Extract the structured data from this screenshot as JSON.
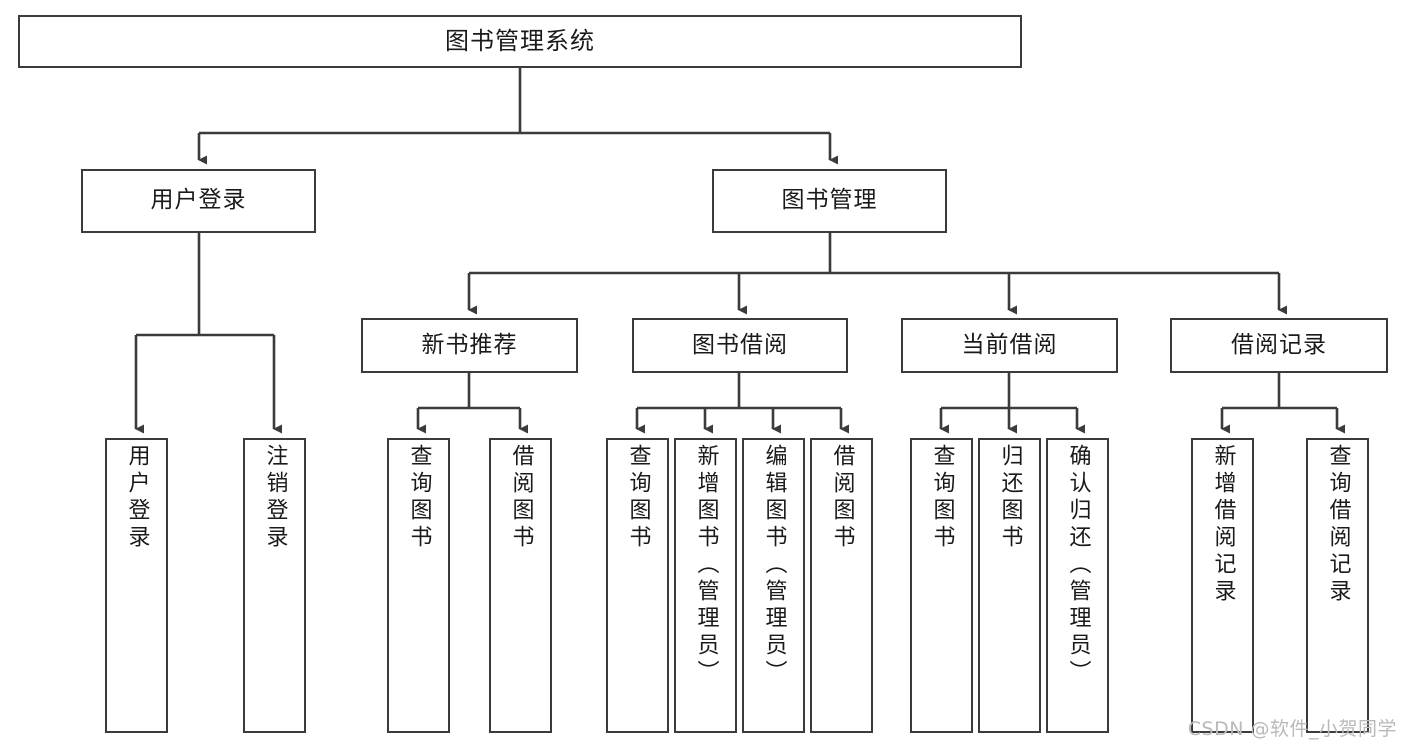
{
  "diagram": {
    "title": "图书管理系统",
    "type": "tree-hierarchy",
    "root": {
      "label": "图书管理系统"
    },
    "level2": [
      {
        "id": "user-login",
        "label": "用户登录"
      },
      {
        "id": "book-management",
        "label": "图书管理"
      }
    ],
    "level3": [
      {
        "id": "new-book-recommend",
        "label": "新书推荐",
        "parent": "book-management"
      },
      {
        "id": "book-borrow",
        "label": "图书借阅",
        "parent": "book-management"
      },
      {
        "id": "current-borrow",
        "label": "当前借阅",
        "parent": "book-management"
      },
      {
        "id": "borrow-record",
        "label": "借阅记录",
        "parent": "book-management"
      }
    ],
    "leaves": [
      {
        "id": "leaf-user-login",
        "label": "用户登录",
        "parent": "user-login"
      },
      {
        "id": "leaf-logout",
        "label": "注销登录",
        "parent": "user-login"
      },
      {
        "id": "leaf-query-book-1",
        "label": "查询图书",
        "parent": "new-book-recommend"
      },
      {
        "id": "leaf-borrow-book-1",
        "label": "借阅图书",
        "parent": "new-book-recommend"
      },
      {
        "id": "leaf-query-book-2",
        "label": "查询图书",
        "parent": "book-borrow"
      },
      {
        "id": "leaf-add-book",
        "label": "新增图书（管理员）",
        "parent": "book-borrow"
      },
      {
        "id": "leaf-edit-book",
        "label": "编辑图书（管理员）",
        "parent": "book-borrow"
      },
      {
        "id": "leaf-borrow-book-2",
        "label": "借阅图书",
        "parent": "book-borrow"
      },
      {
        "id": "leaf-query-book-3",
        "label": "查询图书",
        "parent": "current-borrow"
      },
      {
        "id": "leaf-return-book",
        "label": "归还图书",
        "parent": "current-borrow"
      },
      {
        "id": "leaf-confirm-return",
        "label": "确认归还（管理员）",
        "parent": "current-borrow"
      },
      {
        "id": "leaf-add-record",
        "label": "新增借阅记录",
        "parent": "borrow-record"
      },
      {
        "id": "leaf-query-record",
        "label": "查询借阅记录",
        "parent": "borrow-record"
      }
    ],
    "watermark": "CSDN @软件_小贺同学",
    "colors": {
      "stroke": "#3b3b3b",
      "background": "#ffffff",
      "text": "#1a1a1a",
      "watermark": "#b9b9b9"
    }
  }
}
